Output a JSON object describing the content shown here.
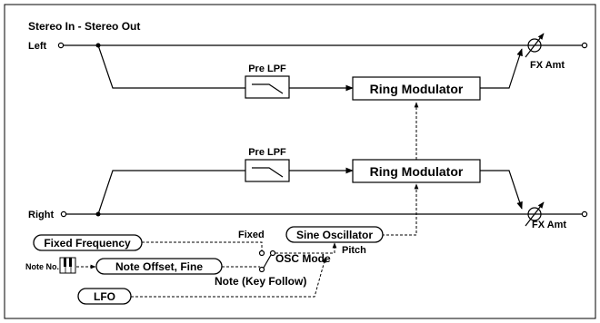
{
  "title": "Stereo In - Stereo Out",
  "inputs": {
    "left": "Left",
    "right": "Right"
  },
  "blocks": {
    "pre_lpf_top": "Pre LPF",
    "pre_lpf_bottom": "Pre LPF",
    "ring_mod_top": "Ring Modulator",
    "ring_mod_bottom": "Ring Modulator",
    "sine_osc": "Sine Oscillator"
  },
  "outputs": {
    "fx_amt_top": "FX Amt",
    "fx_amt_bottom": "FX Amt"
  },
  "controls": {
    "fixed_frequency": "Fixed Frequency",
    "note_offset": "Note Offset, Fine",
    "lfo": "LFO",
    "note_no": "Note No."
  },
  "labels": {
    "fixed": "Fixed",
    "osc_mode": "OSC Mode",
    "note_key_follow": "Note (Key Follow)",
    "pitch": "Pitch"
  }
}
